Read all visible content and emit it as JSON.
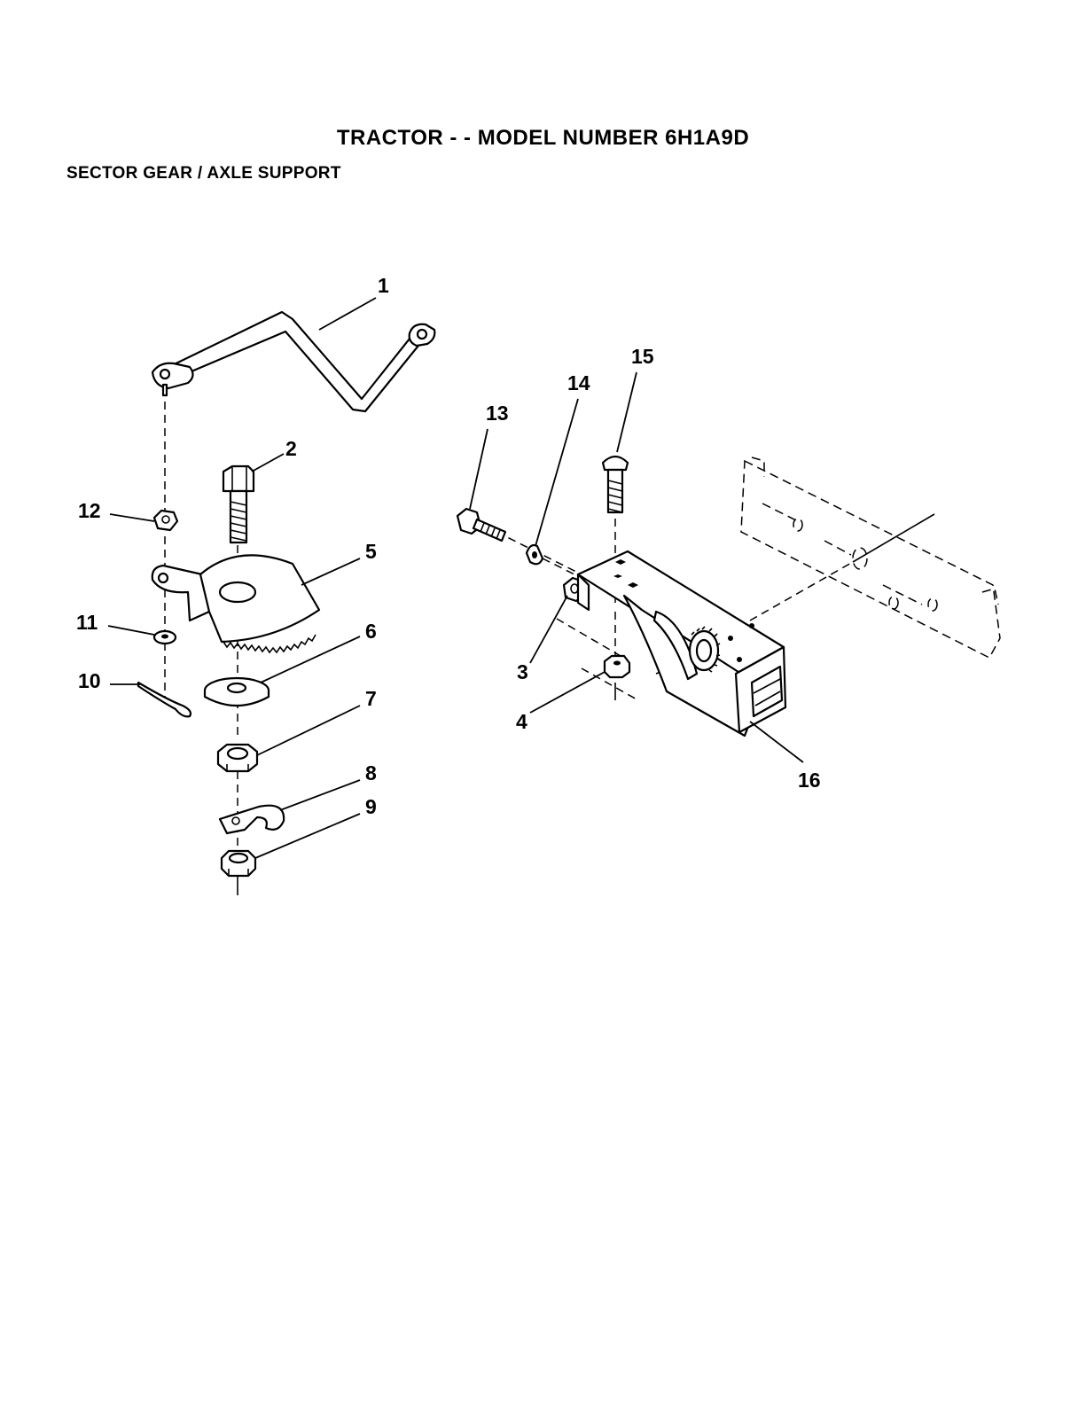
{
  "header": {
    "title": "TRACTOR - - MODEL NUMBER 6H1A9D",
    "subtitle": "SECTOR GEAR / AXLE SUPPORT"
  },
  "callouts": {
    "c1": "1",
    "c2": "2",
    "c3": "3",
    "c4": "4",
    "c5": "5",
    "c6": "6",
    "c7": "7",
    "c8": "8",
    "c9": "9",
    "c10": "10",
    "c11": "11",
    "c12": "12",
    "c13": "13",
    "c14": "14",
    "c15": "15",
    "c16": "16"
  }
}
